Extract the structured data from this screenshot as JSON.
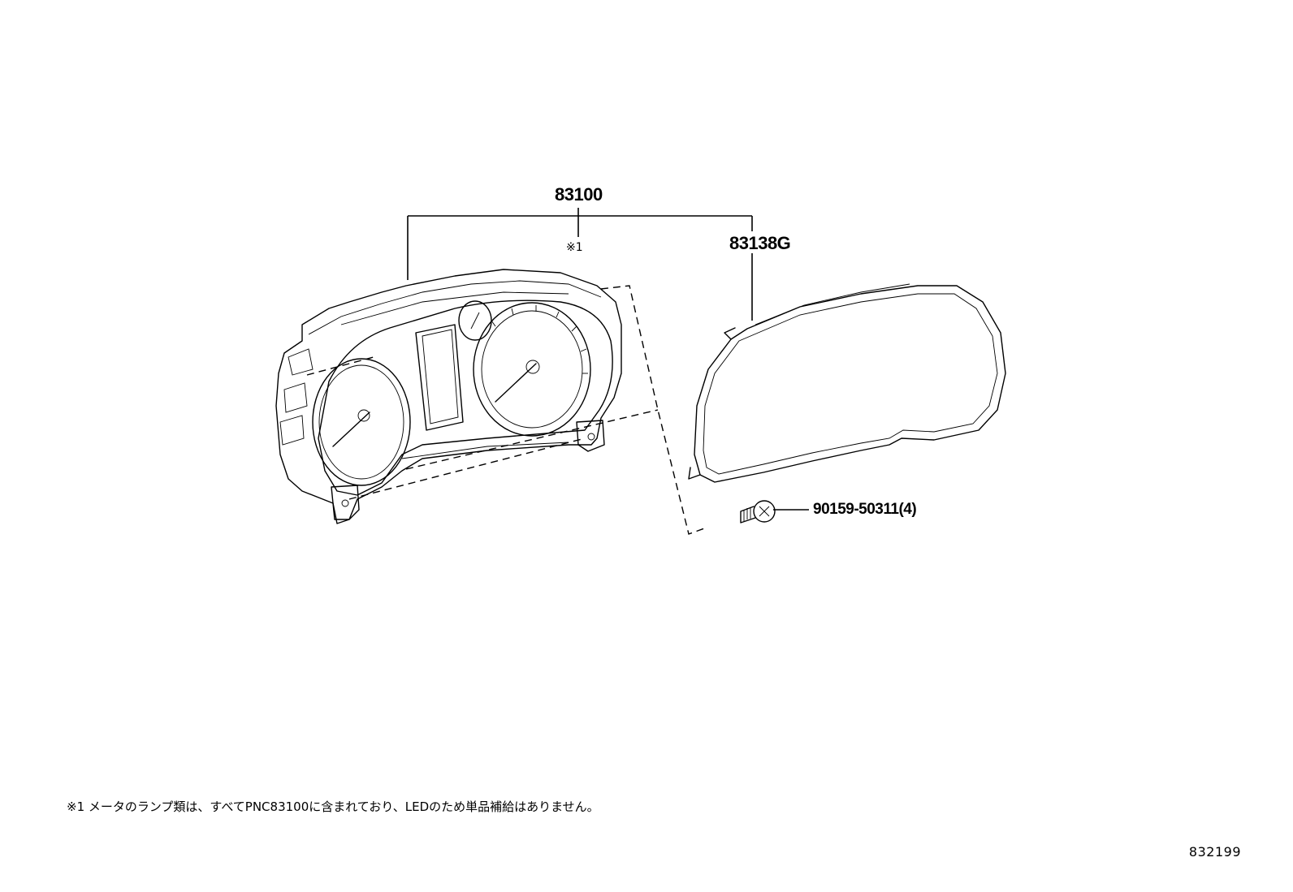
{
  "parts": {
    "meter_assembly": "83100",
    "meter_assembly_ref": "※1",
    "meter_glass": "83138G",
    "screw": "90159-50311(4)"
  },
  "note": "※1 メータのランプ類は、すべてPNC83100に含まれており、LEDのため単品補給はありません。",
  "illustration_number": "832199"
}
